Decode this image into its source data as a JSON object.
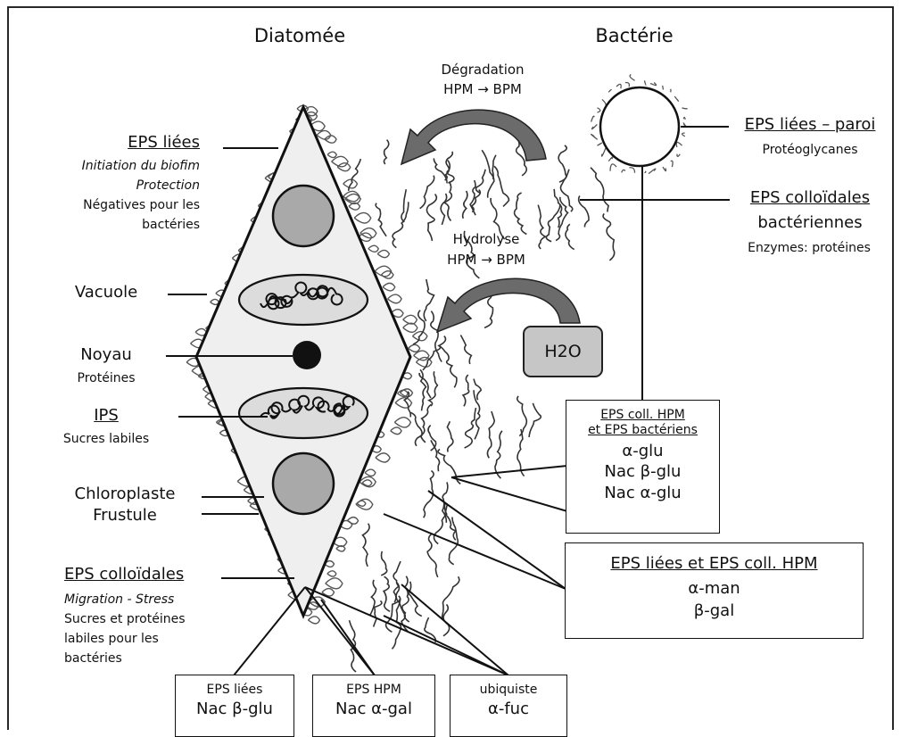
{
  "headings": {
    "diatom": "Diatomée",
    "bacteria": "Bactérie"
  },
  "process_degradation": {
    "title": "Dégradation",
    "formula": "HPM → BPM"
  },
  "process_hydrolysis": {
    "title": "Hydrolyse",
    "formula": "HPM → BPM"
  },
  "water_label": "H2O",
  "left_labels": {
    "eps_bound": {
      "title": "EPS liées",
      "line1": "Initiation du biofim",
      "line2": "Protection",
      "line3": "Négatives pour les",
      "line4": "bactéries"
    },
    "vacuole": "Vacuole",
    "nucleus": {
      "title": "Noyau",
      "sub": "Protéines"
    },
    "ips": {
      "title": "IPS",
      "sub": "Sucres labiles"
    },
    "chloroplast": "Chloroplaste",
    "frustule": "Frustule",
    "eps_colloidal": {
      "title": "EPS colloïdales",
      "line1": "Migration - Stress",
      "line2": "Sucres et protéines",
      "line3": "labiles pour les",
      "line4": "bactéries"
    }
  },
  "right_labels": {
    "eps_wall": {
      "title": "EPS liées – paroi",
      "sub": "Protéoglycanes"
    },
    "eps_colloidal_bact": {
      "title": "EPS colloïdales",
      "line1": "bactériennes",
      "line2": "Enzymes: protéines"
    }
  },
  "boxes": {
    "coll_hpm_bact": {
      "title1": "EPS coll. HPM",
      "title2": "et EPS bactériens",
      "items": [
        "α-glu",
        "Nac β-glu",
        "Nac α-glu"
      ]
    },
    "bound_coll_hpm": {
      "title": "EPS liées et EPS coll. HPM",
      "items": [
        "α-man",
        "β-gal"
      ]
    },
    "bottom1": {
      "title": "EPS liées",
      "item": "Nac β-glu"
    },
    "bottom2": {
      "title": "EPS HPM",
      "item": "Nac α-gal"
    },
    "bottom3": {
      "title": "ubiquiste",
      "item": "α-fuc"
    }
  },
  "colors": {
    "ink": "#111111",
    "cell_fill": "#efefef",
    "organelle_fill": "#a9a9a9",
    "vacuole_fill": "#dcdcdc",
    "water_fill": "#c6c6c6",
    "arrow_fill": "#6b6b6b"
  }
}
